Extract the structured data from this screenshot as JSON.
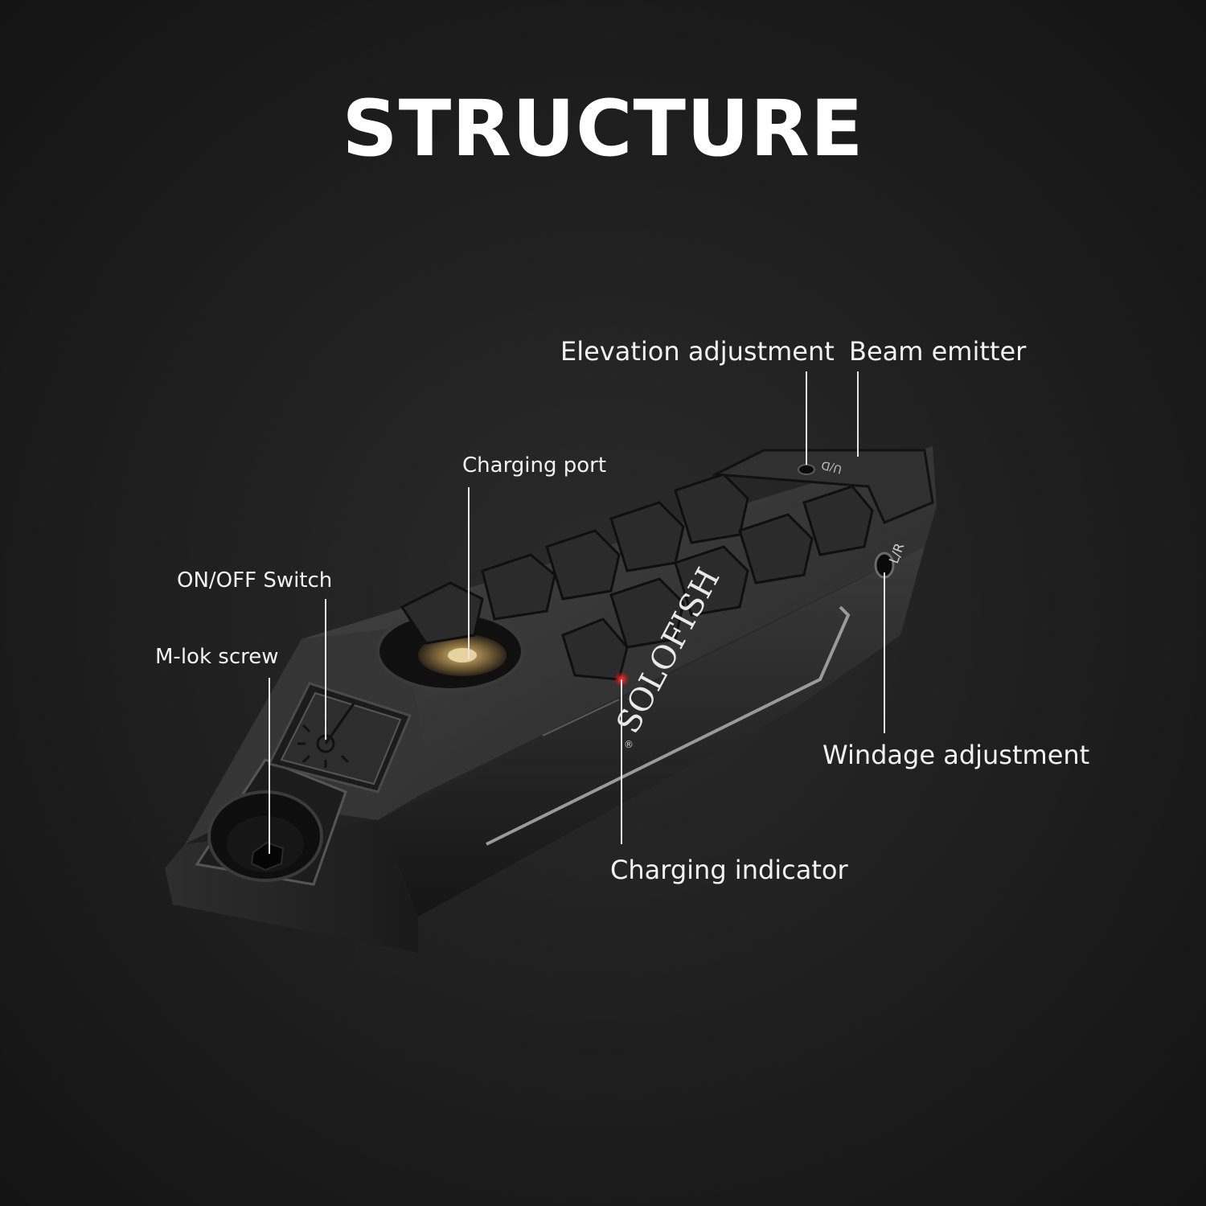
{
  "title": "STRUCTURE",
  "brand": {
    "logo_text": "SOLOFISH",
    "registered_mark": "®"
  },
  "device": {
    "windage_marking": "L/R",
    "elevation_marking": "U/D"
  },
  "callouts": {
    "elevation_adjustment": "Elevation adjustment",
    "beam_emitter": "Beam emitter",
    "charging_port": "Charging port",
    "on_off_switch": "ON/OFF Switch",
    "m_lok_screw": "M-lok screw",
    "windage_adjustment": "Windage adjustment",
    "charging_indicator": "Charging indicator"
  },
  "colors": {
    "background": "#1e1e1e",
    "text": "#ffffff",
    "device_body": "#2a2a2a",
    "indicator_led": "#e8202a",
    "port_contact": "#b89a5a"
  }
}
